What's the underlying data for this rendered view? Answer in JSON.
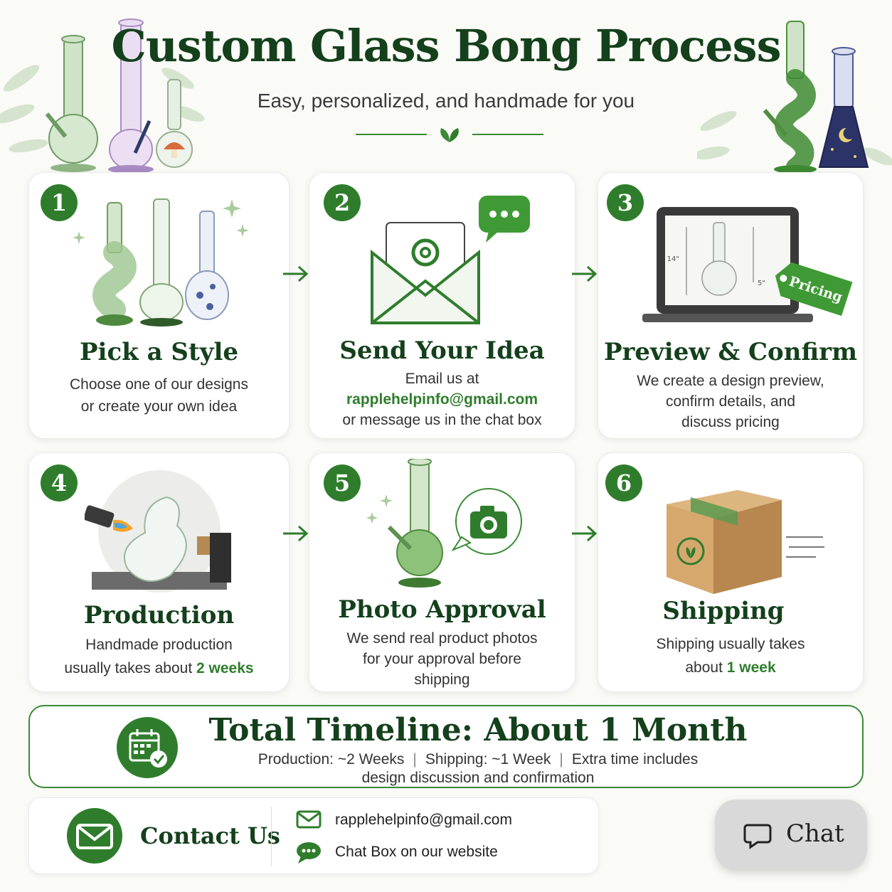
{
  "header": {
    "title": "Custom Glass Bong Process",
    "subtitle": "Easy, personalized, and handmade for you"
  },
  "steps": [
    {
      "number": "1",
      "title": "Pick a Style",
      "desc_line1": "Choose one of our designs",
      "desc_line2": "or create your own idea",
      "icon": "bongs-trio-icon"
    },
    {
      "number": "2",
      "title": "Send Your Idea",
      "desc_line1": "Email us at",
      "email": "rapplehelpinfo@gmail.com",
      "desc_line3": "or message us in the chat box",
      "icon": "envelope-chat-icon"
    },
    {
      "number": "3",
      "title": "Preview & Confirm",
      "desc_line1": "We create a design preview,",
      "desc_line2": "confirm details, and",
      "desc_line3": "discuss pricing",
      "icon": "laptop-preview-icon",
      "tag": "Pricing",
      "dim_height": "14\"",
      "dim_base": "5\""
    },
    {
      "number": "4",
      "title": "Production",
      "desc_line1": "Handmade production",
      "desc_prefix": "usually takes about ",
      "desc_highlight": "2 weeks",
      "icon": "glassblowing-torch-icon"
    },
    {
      "number": "5",
      "title": "Photo Approval",
      "desc_line1": "We send real product photos",
      "desc_line2": "for your approval before",
      "desc_line3": "shipping",
      "icon": "camera-bubble-icon"
    },
    {
      "number": "6",
      "title": "Shipping",
      "desc_line1": "Shipping usually takes",
      "desc_prefix": "about ",
      "desc_highlight": "1 week",
      "icon": "shipping-box-icon"
    }
  ],
  "timeline": {
    "title": "Total Timeline: About 1 Month",
    "production": "Production: ~2 Weeks",
    "shipping": "Shipping: ~1 Week",
    "extra_line1": "Extra time includes",
    "extra_line2": "design discussion and confirmation",
    "separator": "|"
  },
  "contact": {
    "label": "Contact Us",
    "email": "rapplehelpinfo@gmail.com",
    "chat": "Chat Box on our website"
  },
  "chat_button": {
    "label": "Chat"
  },
  "colors": {
    "brand_green": "#2f7d2c",
    "dark_green": "#14401c",
    "background": "#fafaf7"
  }
}
